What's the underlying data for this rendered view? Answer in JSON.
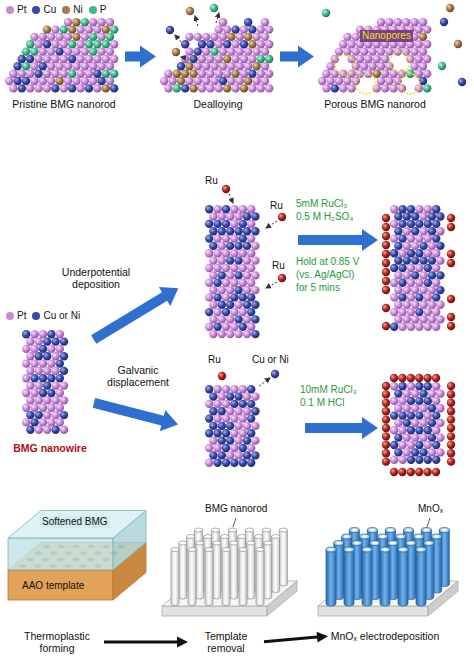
{
  "diagram": {
    "nodes": [
      {
        "text": [
          "Pristine BMG nanorod"
        ]
      },
      {
        "text": [
          "Dealloying"
        ]
      },
      {
        "text": [
          "Porous BMG nanorod"
        ]
      },
      {
        "text": [
          "BMG nanowire"
        ]
      },
      {
        "text": [
          "Ru",
          "Ru",
          "Ru"
        ]
      },
      {
        "text": [
          "Ru",
          "Cu or Ni"
        ]
      },
      {
        "text": [
          "Thermoplastic forming"
        ]
      },
      {
        "text": [
          "Template removal"
        ]
      },
      {
        "text": [
          "MnOₓ electrodeposition"
        ]
      }
    ],
    "edges": [
      {
        "from": 0,
        "to": 1,
        "arrow": "to"
      },
      {
        "from": 1,
        "to": 2,
        "arrow": "to"
      },
      {
        "from": 3,
        "to": 4,
        "label": "Underpotential deposition",
        "arrow": "to"
      },
      {
        "from": 3,
        "to": 5,
        "label": "Galvanic displacement",
        "arrow": "to"
      },
      {
        "from": 6,
        "to": 7,
        "arrow": "to"
      },
      {
        "from": 7,
        "to": 8,
        "arrow": "to"
      }
    ],
    "labels": [
      "Nanopores",
      "5mM RuCl₃",
      "0.5 M H₂SO₄",
      "Hold at 0.85 V",
      "(vs. Ag/AgCl)",
      "for 5 mins",
      "10mM RuCl₃",
      "0.1 M HCl",
      "Softened BMG",
      "AAO template",
      "BMG nanorod",
      "MnOₓ"
    ],
    "legend": [
      {
        "text": "Pt",
        "color": "#c98ad9"
      },
      {
        "text": "Cu",
        "color": "#3947a8"
      },
      {
        "text": "Ni",
        "color": "#a57a48"
      },
      {
        "text": "P",
        "color": "#3fb88c"
      },
      {
        "text": "Pt",
        "color": "#c98ad9"
      },
      {
        "text": "Cu or Ni",
        "color": "#3947a8"
      }
    ]
  }
}
